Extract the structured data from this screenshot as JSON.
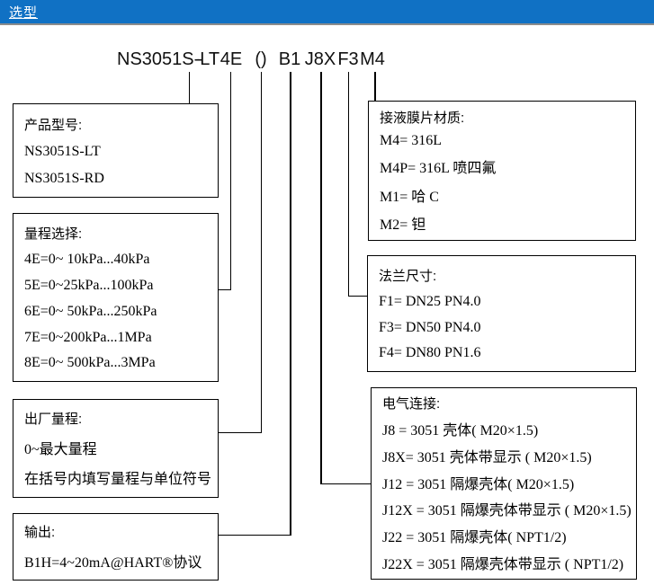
{
  "header": {
    "title": "选型"
  },
  "model_code": {
    "segments": [
      "NS3051S-LT",
      "-",
      "4E",
      "()",
      "B1",
      "J8X",
      "F3",
      "M4"
    ]
  },
  "boxes": [
    {
      "id": "product-model",
      "title": "产品型号:",
      "items": [
        "NS3051S-LT",
        "NS3051S-RD"
      ]
    },
    {
      "id": "range-selection",
      "title": "量程选择:",
      "items": [
        "4E=0~ 10kPa...40kPa",
        "5E=0~25kPa...100kPa",
        "6E=0~ 50kPa...250kPa",
        "7E=0~200kPa...1MPa",
        "8E=0~ 500kPa...3MPa"
      ]
    },
    {
      "id": "factory-range",
      "title": "出厂量程:",
      "items": [
        "0~最大量程",
        "在括号内填写量程与单位符号"
      ]
    },
    {
      "id": "output",
      "title": "输出:",
      "items": [
        "B1H=4~20mA@HART®协议"
      ]
    },
    {
      "id": "diaphragm-material",
      "title": "接液膜片材质:",
      "items": [
        "M4= 316L",
        "M4P= 316L 喷四氟",
        "M1= 哈 C",
        "M2= 钽"
      ]
    },
    {
      "id": "flange-size",
      "title": "法兰尺寸:",
      "items": [
        "F1= DN25 PN4.0",
        "F3= DN50 PN4.0",
        "F4= DN80 PN1.6"
      ]
    },
    {
      "id": "electrical-connection",
      "title": "电气连接:",
      "items": [
        "J8 = 3051 壳体( M20×1.5)",
        "J8X= 3051 壳体带显示 ( M20×1.5)",
        "J12 = 3051 隔爆壳体( M20×1.5)",
        "J12X = 3051 隔爆壳体带显示 ( M20×1.5)",
        "J22 = 3051 隔爆壳体( NPT1/2)",
        "J22X = 3051 隔爆壳体带显示 ( NPT1/2)"
      ]
    }
  ],
  "colors": {
    "header_bg": "#1071c4",
    "header_text": "#ffffff",
    "header_divider": "#8c8c8c",
    "connector": "#000000",
    "box_border": "#000000",
    "text": "#000000"
  }
}
